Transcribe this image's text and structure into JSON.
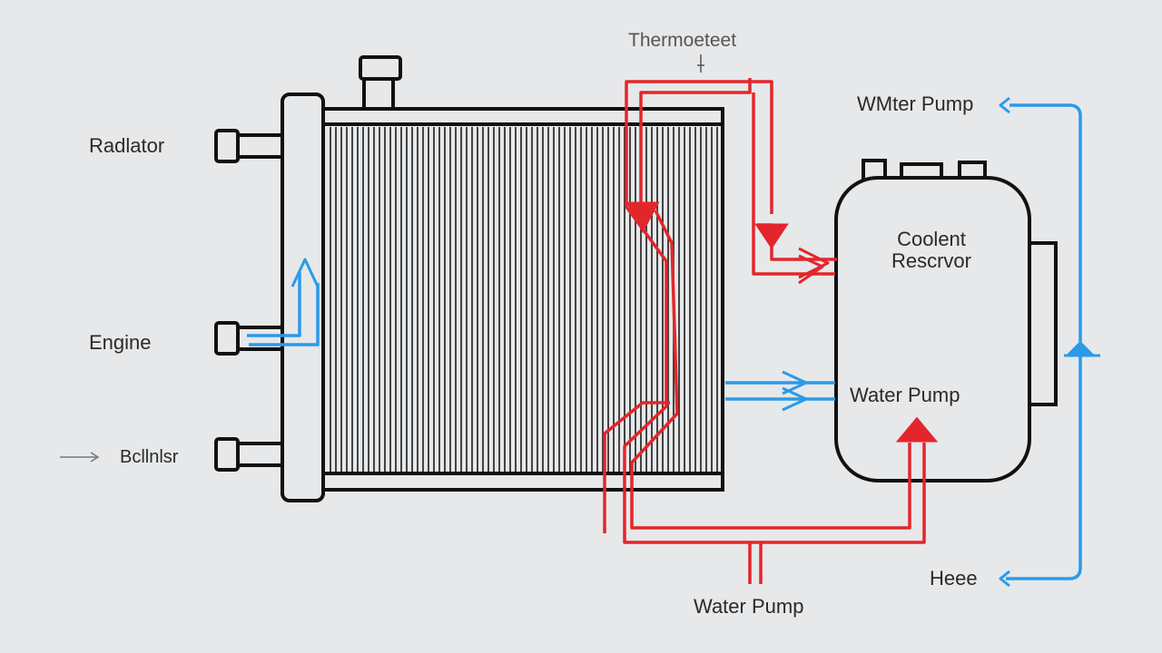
{
  "labels": {
    "radiator": "Radlator",
    "engine": "Engine",
    "bottom_left": "Bcllnlsr",
    "thermostat": "Thermoeteet",
    "top_right": "WMter Pump",
    "reservoir_line1": "Coolent",
    "reservoir_line2": "Rescrvor",
    "water_pump_inner": "Water Pump",
    "water_pump_bottom": "Water Pump",
    "heater": "Heee"
  },
  "colors": {
    "background": "#e6e8ea",
    "outline": "#111111",
    "hot_line": "#e3262b",
    "cold_line": "#2a9be8",
    "text": "#2a2a2a"
  },
  "icons": [
    "arrow-right-icon"
  ]
}
